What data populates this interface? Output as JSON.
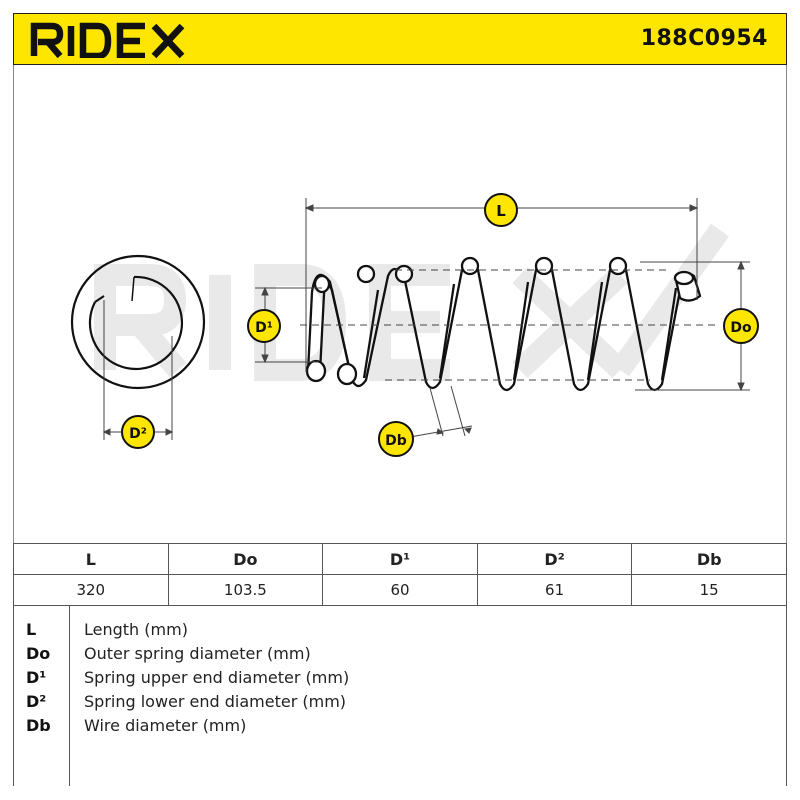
{
  "header": {
    "brand": "RIDEX",
    "part_number": "188C0954",
    "background_color": "#ffe600"
  },
  "drawing": {
    "callouts": {
      "L": "L",
      "Do": "Do",
      "D1": "D¹",
      "D2": "D²",
      "Db": "Db"
    },
    "callout_color": "#ffe600",
    "watermark": "RIDEX"
  },
  "spec_table": {
    "headers": [
      "L",
      "Do",
      "D¹",
      "D²",
      "Db"
    ],
    "values": [
      "320",
      "103.5",
      "60",
      "61",
      "15"
    ]
  },
  "legend": [
    {
      "symbol": "L",
      "description": "Length (mm)"
    },
    {
      "symbol": "Do",
      "description": "Outer spring diameter (mm)"
    },
    {
      "symbol": "D¹",
      "description": "Spring upper end diameter (mm)"
    },
    {
      "symbol": "D²",
      "description": "Spring lower end diameter (mm)"
    },
    {
      "symbol": "Db",
      "description": "Wire diameter (mm)"
    }
  ]
}
